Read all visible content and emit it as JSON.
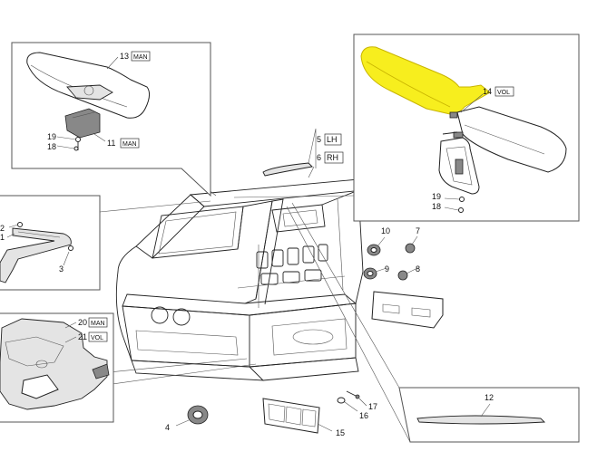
{
  "callouts": {
    "p13": "13",
    "man13": "MAN",
    "p11": "11",
    "man11": "MAN",
    "p19a": "19",
    "p18a": "18",
    "p5": "5",
    "lh": "LH",
    "p6": "6",
    "rh": "RH",
    "p14": "14",
    "vol14": "VOL",
    "p19b": "19",
    "p18b": "18",
    "p2": "2",
    "p1": "1",
    "p3": "3",
    "p10": "10",
    "p7": "7",
    "p9": "9",
    "p8": "8",
    "p20": "20",
    "man20": "MAN",
    "p21": "21",
    "vol21": "VOL",
    "p12": "12",
    "p4": "4",
    "p17": "17",
    "p16": "16",
    "p15": "15"
  },
  "colors": {
    "highlight": "#f7ee1e",
    "highlight_edge": "#c8b400",
    "line": "#222222",
    "frame": "#555555",
    "panel_grey": "#e4e4e4"
  },
  "highlighted_part": "14"
}
